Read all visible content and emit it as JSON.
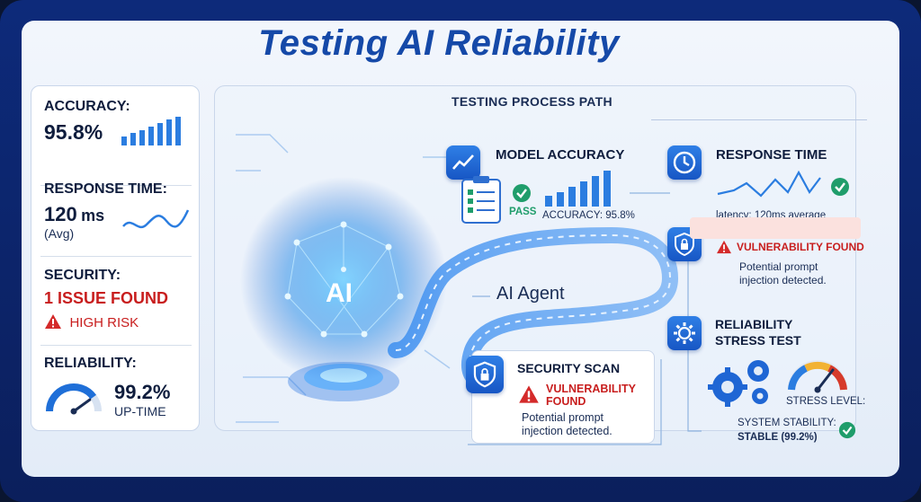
{
  "title": "Testing AI Reliability",
  "left_panel": {
    "accuracy": {
      "label": "ACCURACY:",
      "value": "95.8%"
    },
    "response_time": {
      "label": "RESPONSE TIME:",
      "value": "120",
      "unit": "ms",
      "note": "(Avg)"
    },
    "security": {
      "label": "SECURITY:",
      "value": "1 ISSUE FOUND",
      "risk": "HIGH RISK"
    },
    "reliability": {
      "label": "RELIABILITY:",
      "value": "99.2%",
      "note": "UP-TIME",
      "gauge_level": 0.8
    }
  },
  "process": {
    "header": "TESTING PROCESS PATH",
    "center_label": "AI",
    "agent_label": "AI Agent",
    "model_accuracy": {
      "title": "MODEL ACCURACY",
      "pass": "PASS",
      "caption": "ACCURACY: 95.8%"
    },
    "response_time": {
      "title": "RESPONSE TIME",
      "caption": "latency: 120ms average"
    },
    "vulnerability_right": {
      "title": "VULNERABILITY FOUND",
      "line1": "Potential prompt",
      "line2": "injection detected."
    },
    "security_scan": {
      "title": "SECURITY SCAN",
      "warn1": "VULNERABILITY",
      "warn2": "FOUND",
      "line1": "Potential prompt",
      "line2": "injection detected."
    },
    "stress_test": {
      "title1": "RELIABILITY",
      "title2": "STRESS TEST",
      "stress_label": "STRESS LEVEL:",
      "stability_label": "SYSTEM STABILITY:",
      "stability_value": "STABLE (99.2%)"
    }
  },
  "colors": {
    "accent": "#1756c4",
    "danger": "#c81e1e",
    "success": "#1f9d6b",
    "title": "#1549a8"
  }
}
